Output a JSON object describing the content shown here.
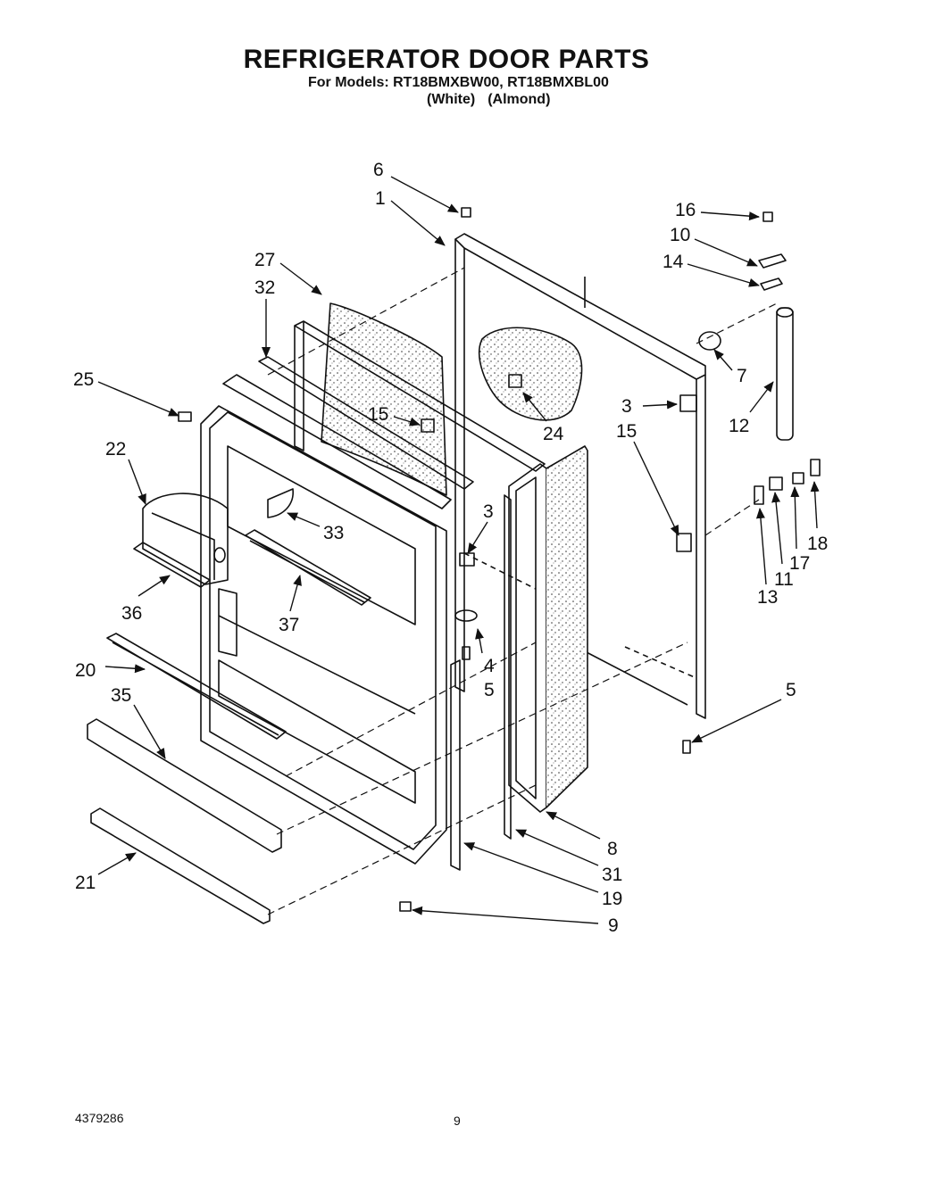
{
  "header": {
    "title": "REFRIGERATOR DOOR PARTS",
    "models_line": "For Models: RT18BMXBW00, RT18BMXBL00",
    "color_white": "(White)",
    "color_almond": "(Almond)"
  },
  "callouts": {
    "c6": "6",
    "c1": "1",
    "c16": "16",
    "c10": "10",
    "c14": "14",
    "c27": "27",
    "c32": "32",
    "c25": "25",
    "c15a": "15",
    "c24": "24",
    "c7": "7",
    "c3a": "3",
    "c15b": "15",
    "c12": "12",
    "c22": "22",
    "c33": "33",
    "c3b": "3",
    "c18": "18",
    "c17": "17",
    "c13": "13",
    "c11": "11",
    "c36": "36",
    "c37": "37",
    "c20": "20",
    "c4": "4",
    "c5a": "5",
    "c35": "35",
    "c5b": "5",
    "c8": "8",
    "c31": "31",
    "c19": "19",
    "c21": "21",
    "c9": "9"
  },
  "footer": {
    "part_number": "4379286",
    "page_number": "9"
  }
}
